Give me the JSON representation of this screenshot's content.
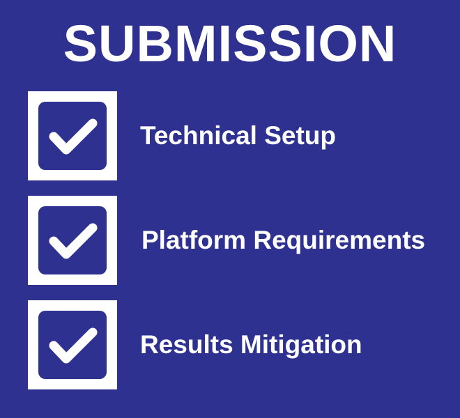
{
  "title": "SUBMISSION",
  "colors": {
    "background": "#2e3190",
    "foreground": "#ffffff"
  },
  "checklist": {
    "items": [
      {
        "label": "Technical Setup",
        "checked": true,
        "icon": "checkmark-icon"
      },
      {
        "label": "Platform Requirements",
        "checked": true,
        "icon": "checkmark-icon"
      },
      {
        "label": "Results Mitigation",
        "checked": true,
        "icon": "checkmark-icon"
      }
    ]
  }
}
